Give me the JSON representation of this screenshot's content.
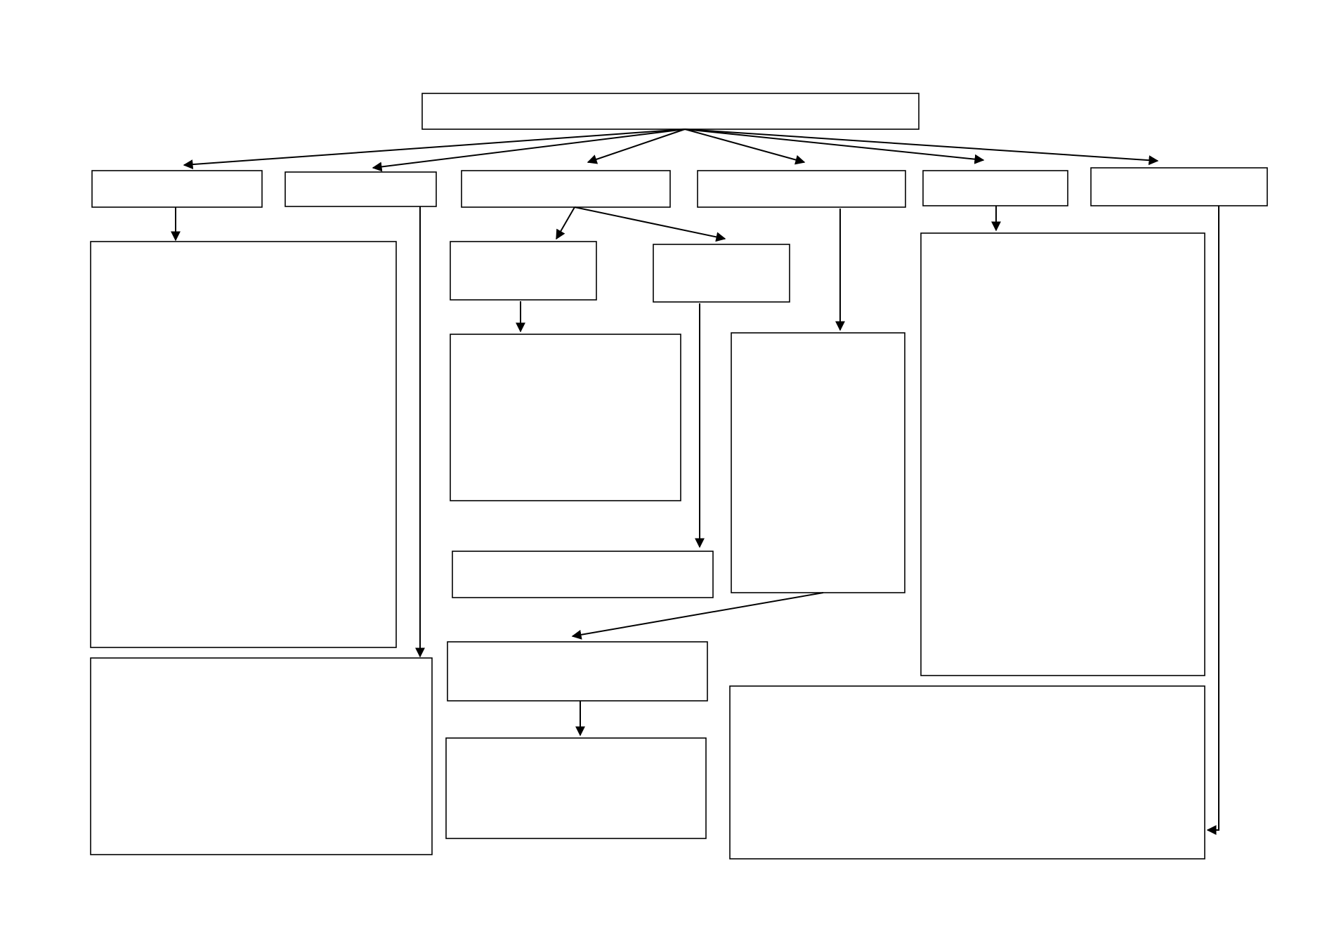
{
  "diagram": {
    "type": "blank-flowchart-template",
    "colors": {
      "background": "#ffffff",
      "stroke": "#000000"
    },
    "nodes": [
      {
        "id": "root",
        "label": ""
      },
      {
        "id": "branch-1",
        "label": ""
      },
      {
        "id": "branch-2",
        "label": ""
      },
      {
        "id": "branch-3",
        "label": ""
      },
      {
        "id": "branch-4",
        "label": ""
      },
      {
        "id": "branch-5",
        "label": ""
      },
      {
        "id": "branch-6",
        "label": ""
      },
      {
        "id": "branch-1-detail",
        "label": ""
      },
      {
        "id": "branch-3-child-a",
        "label": ""
      },
      {
        "id": "branch-3-child-b",
        "label": ""
      },
      {
        "id": "branch-3-child-a-detail",
        "label": ""
      },
      {
        "id": "branch-3-child-b-result",
        "label": ""
      },
      {
        "id": "branch-4-detail",
        "label": ""
      },
      {
        "id": "branch-5-detail",
        "label": ""
      },
      {
        "id": "branch-2-detail",
        "label": ""
      },
      {
        "id": "merge-node",
        "label": ""
      },
      {
        "id": "merge-detail",
        "label": ""
      },
      {
        "id": "branch-6-detail",
        "label": ""
      }
    ],
    "edges": [
      {
        "from": "root",
        "to": "branch-1"
      },
      {
        "from": "root",
        "to": "branch-2"
      },
      {
        "from": "root",
        "to": "branch-3"
      },
      {
        "from": "root",
        "to": "branch-4"
      },
      {
        "from": "root",
        "to": "branch-5"
      },
      {
        "from": "root",
        "to": "branch-6"
      },
      {
        "from": "branch-1",
        "to": "branch-1-detail"
      },
      {
        "from": "branch-2",
        "to": "branch-2-detail"
      },
      {
        "from": "branch-3",
        "to": "branch-3-child-a"
      },
      {
        "from": "branch-3",
        "to": "branch-3-child-b"
      },
      {
        "from": "branch-3-child-a",
        "to": "branch-3-child-a-detail"
      },
      {
        "from": "branch-3-child-b",
        "to": "branch-3-child-b-result"
      },
      {
        "from": "branch-4",
        "to": "branch-4-detail"
      },
      {
        "from": "branch-4-detail",
        "to": "merge-node"
      },
      {
        "from": "merge-node",
        "to": "merge-detail"
      },
      {
        "from": "branch-5",
        "to": "branch-5-detail"
      },
      {
        "from": "branch-6",
        "to": "branch-6-detail"
      }
    ]
  }
}
